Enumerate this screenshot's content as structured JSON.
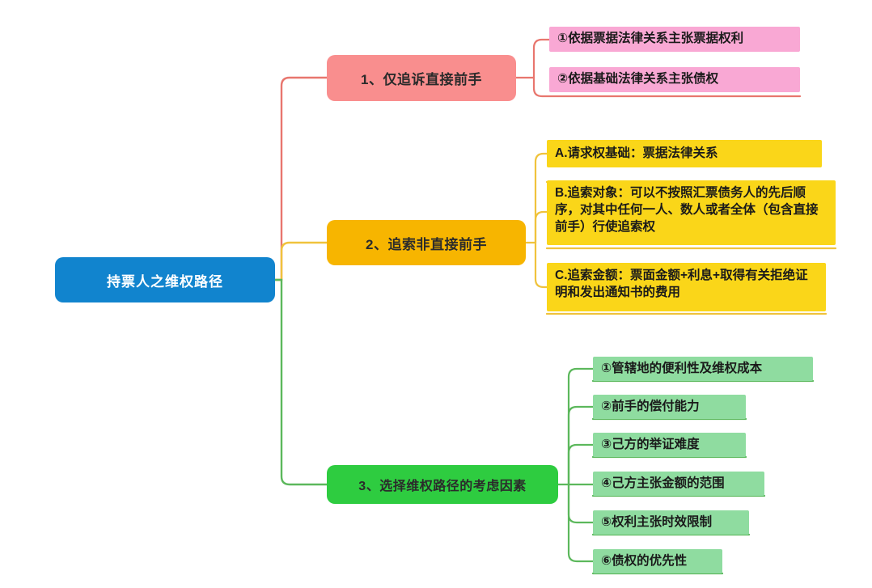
{
  "diagram": {
    "type": "mind-map",
    "root": {
      "label": "持票人之维权路径",
      "color": "#1184ce"
    },
    "branches": [
      {
        "label": "1、仅追诉直接前手",
        "color": "#f98e8e",
        "line_color": "#e8766e",
        "leaf_color": "#f9a8d4",
        "leaves": [
          "①依据票据法律关系主张票据权利",
          "②依据基础法律关系主张债权"
        ]
      },
      {
        "label": "2、追索非直接前手",
        "color": "#f7b500",
        "line_color": "#f0c33c",
        "leaf_color": "#fad619",
        "leaves": [
          "A.请求权基础：票据法律关系",
          "B.追索对象：可以不按照汇票债务人的先后顺序，对其中任何一人、数人或者全体（包含直接前手）行使追索权",
          "C.追索金额：票面金额+利息+取得有关拒绝证明和发出通知书的费用"
        ]
      },
      {
        "label": "3、选择维权路径的考虑因素",
        "color": "#2ecc40",
        "line_color": "#5cb85c",
        "leaf_color": "#8fdca0",
        "leaves": [
          "①管辖地的便利性及维权成本",
          "②前手的偿付能力",
          "③己方的举证难度",
          "④己方主张金额的范围",
          "⑤权利主张时效限制",
          "⑥债权的优先性"
        ]
      }
    ]
  }
}
